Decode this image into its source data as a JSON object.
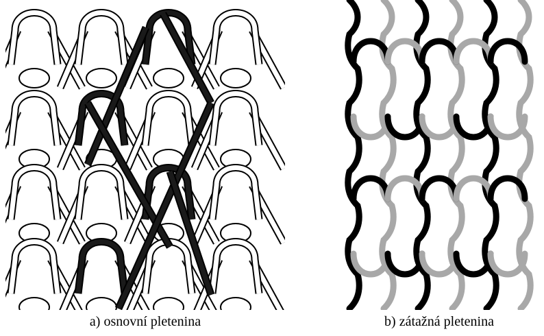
{
  "figures": [
    {
      "id": "a",
      "caption": "a) osnovní pletenina",
      "structure": "warp-knit",
      "colors": {
        "thread_outline": "#000000",
        "thread_fill": "#ffffff",
        "highlight_thread": "#1a1a1a"
      }
    },
    {
      "id": "b",
      "caption": "b) zátažná pletenina",
      "structure": "weft-knit",
      "colors": {
        "yarn_dark": "#000000",
        "yarn_light": "#a8a8a8"
      }
    }
  ]
}
